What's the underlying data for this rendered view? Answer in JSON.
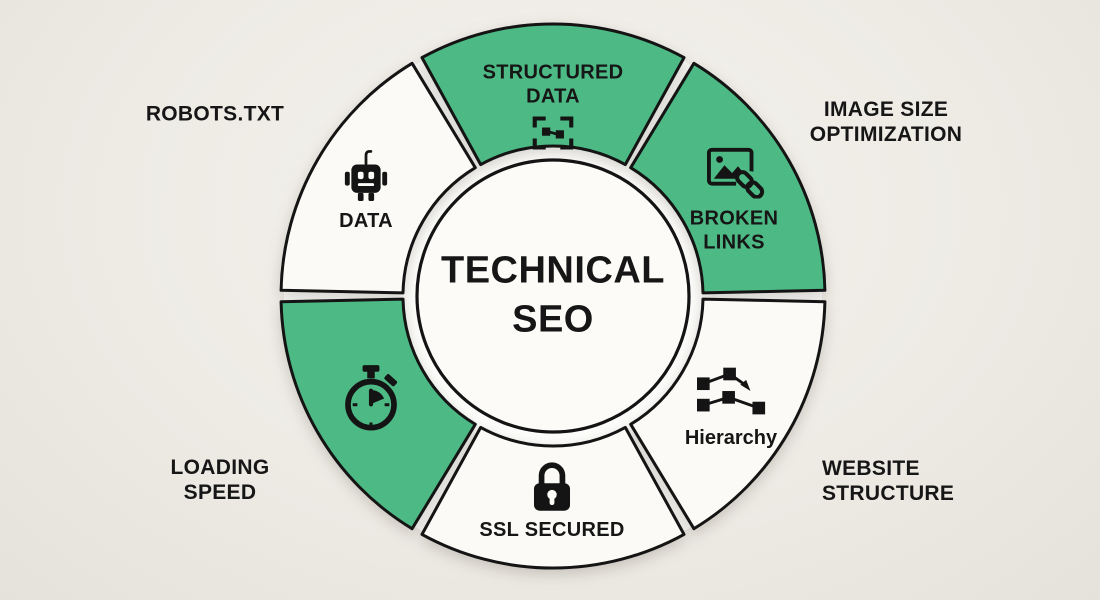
{
  "title": {
    "line1": "TECHNICAL",
    "line2": "SEO"
  },
  "colors": {
    "green": "#4dba85",
    "white_segment": "#fbfaf6",
    "underdisc": "#fdfdfb",
    "outline": "#141414",
    "center_fill": "#fcfbf8",
    "background": "#efece6",
    "text": "#161616"
  },
  "segments": {
    "structured_data": {
      "line1": "STRUCTURED",
      "line2": "DATA",
      "icon": "schema-icon",
      "color": "green"
    },
    "broken_links": {
      "line1": "BROKEN",
      "line2": "LINKS",
      "icon": "broken-image-link-icon",
      "color": "green"
    },
    "hierarchy": {
      "label": "Hierarchy",
      "icon": "hierarchy-icon",
      "color": "white"
    },
    "ssl_secured": {
      "label": "SSL SECURED",
      "icon": "padlock-icon",
      "color": "white"
    },
    "loading_speed": {
      "icon": "stopwatch-icon",
      "color": "green"
    },
    "robots": {
      "label": "DATA",
      "icon": "robot-icon",
      "color": "white"
    }
  },
  "outer_labels": {
    "robots_txt": {
      "line1": "ROBOTS.TXT"
    },
    "image_size_optimization": {
      "line1": "IMAGE SIZE",
      "line2": "OPTIMIZATION"
    },
    "website_structure": {
      "line1": "WEBSITE",
      "line2": "STRUCTURE"
    },
    "loading_speed": {
      "line1": "LOADING",
      "line2": "SPEED"
    }
  }
}
